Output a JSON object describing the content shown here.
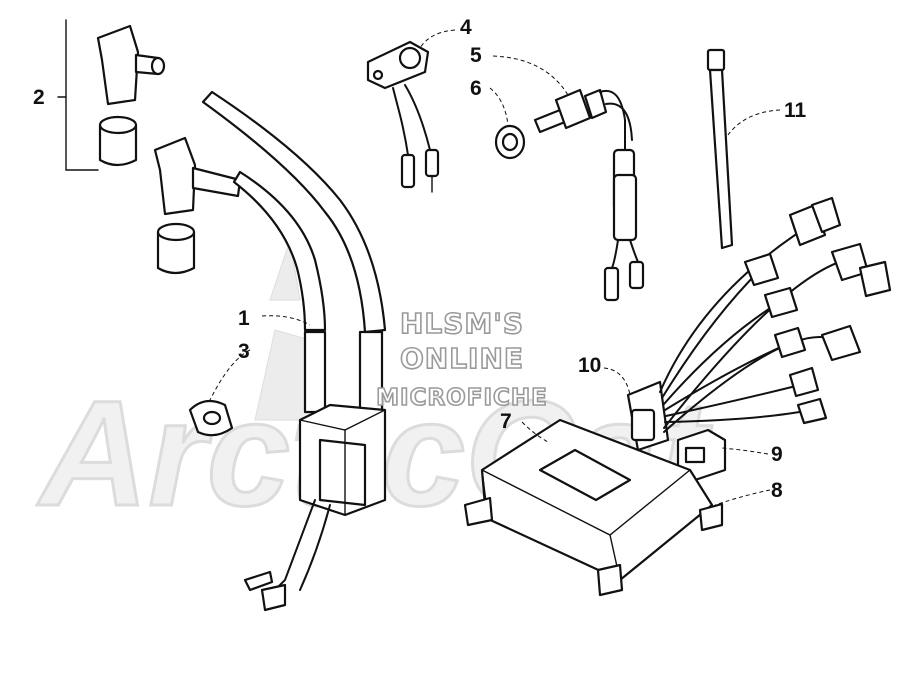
{
  "watermark": {
    "logo_text": "ArcticCat",
    "line1": "HLSM'S",
    "line2": "ONLINE",
    "line3": "MICROFICHE"
  },
  "callouts": [
    {
      "id": "1",
      "label": "1"
    },
    {
      "id": "2",
      "label": "2"
    },
    {
      "id": "3",
      "label": "3"
    },
    {
      "id": "4",
      "label": "4"
    },
    {
      "id": "5",
      "label": "5"
    },
    {
      "id": "6",
      "label": "6"
    },
    {
      "id": "7",
      "label": "7"
    },
    {
      "id": "8",
      "label": "8"
    },
    {
      "id": "9",
      "label": "9"
    },
    {
      "id": "10",
      "label": "10"
    },
    {
      "id": "11",
      "label": "11"
    }
  ],
  "colors": {
    "line": "#111111",
    "watermark_fill": "#f1f1f1",
    "watermark_stroke": "#9a9a9a"
  }
}
